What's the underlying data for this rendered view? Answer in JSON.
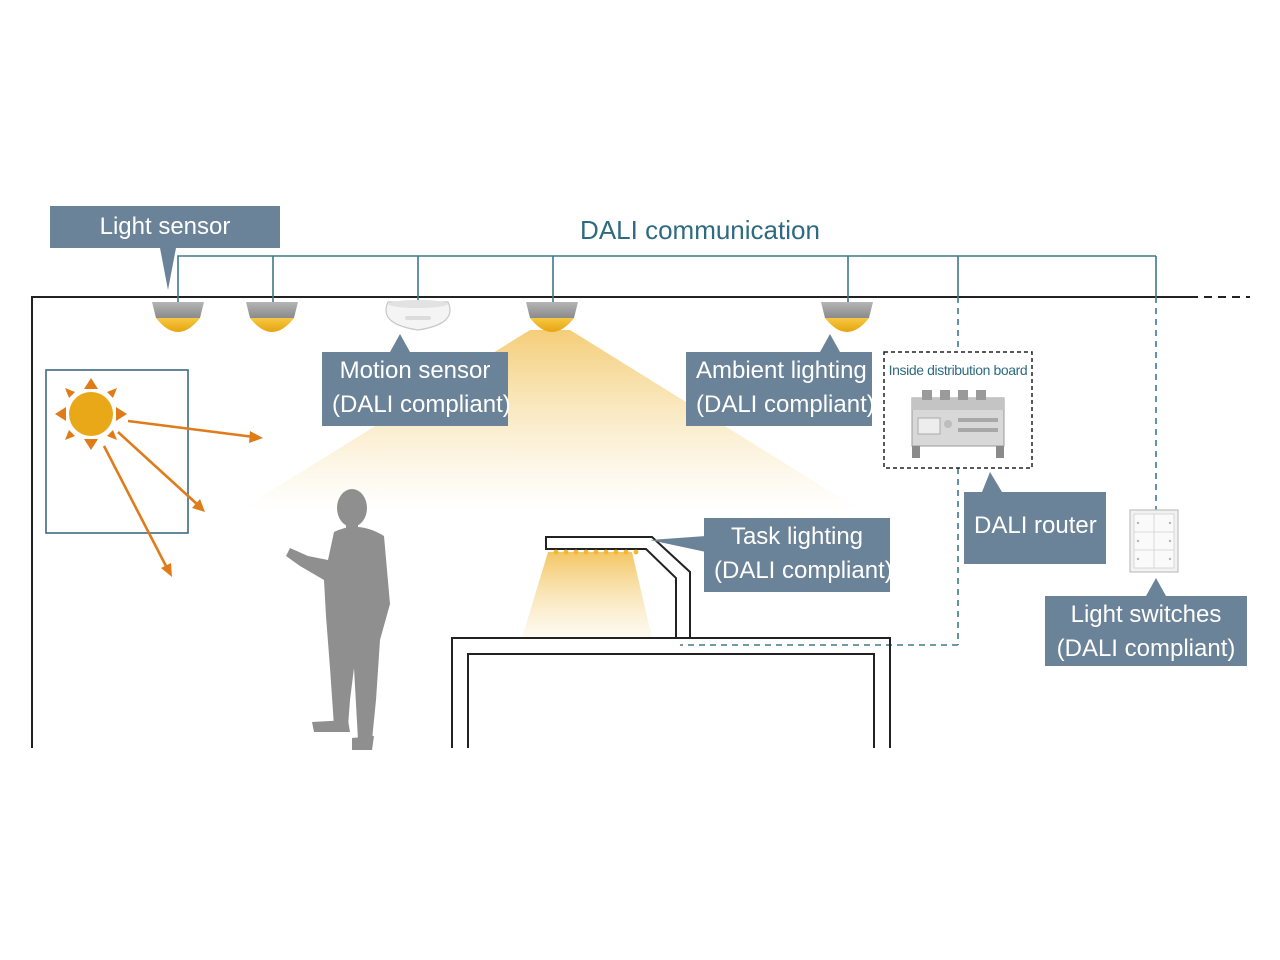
{
  "diagram": {
    "title": "DALI communication",
    "distribution_board_caption": "Inside distribution board",
    "labels": {
      "light_sensor": [
        "Light sensor"
      ],
      "motion_sensor": [
        "Motion sensor",
        "(DALI compliant)"
      ],
      "ambient_lighting": [
        "Ambient lighting",
        "(DALI compliant)"
      ],
      "task_lighting": [
        "Task lighting",
        "(DALI compliant)"
      ],
      "dali_router": [
        "DALI router"
      ],
      "light_switches": [
        "Light switches",
        "(DALI compliant)"
      ]
    }
  },
  "colors": {
    "label_bg": "#6b8399",
    "label_text": "#ffffff",
    "bus_line": "#3d7a8a",
    "title_text": "#2e6b80",
    "wall_line": "#222222",
    "sun": "#e8a817",
    "sun_rays": "#e07b1a",
    "lamp_housing": "#9a9a9a",
    "lamp_glow": "#f3b61f",
    "light_beam": "#f7dfa4",
    "person": "#8f8f8f"
  }
}
